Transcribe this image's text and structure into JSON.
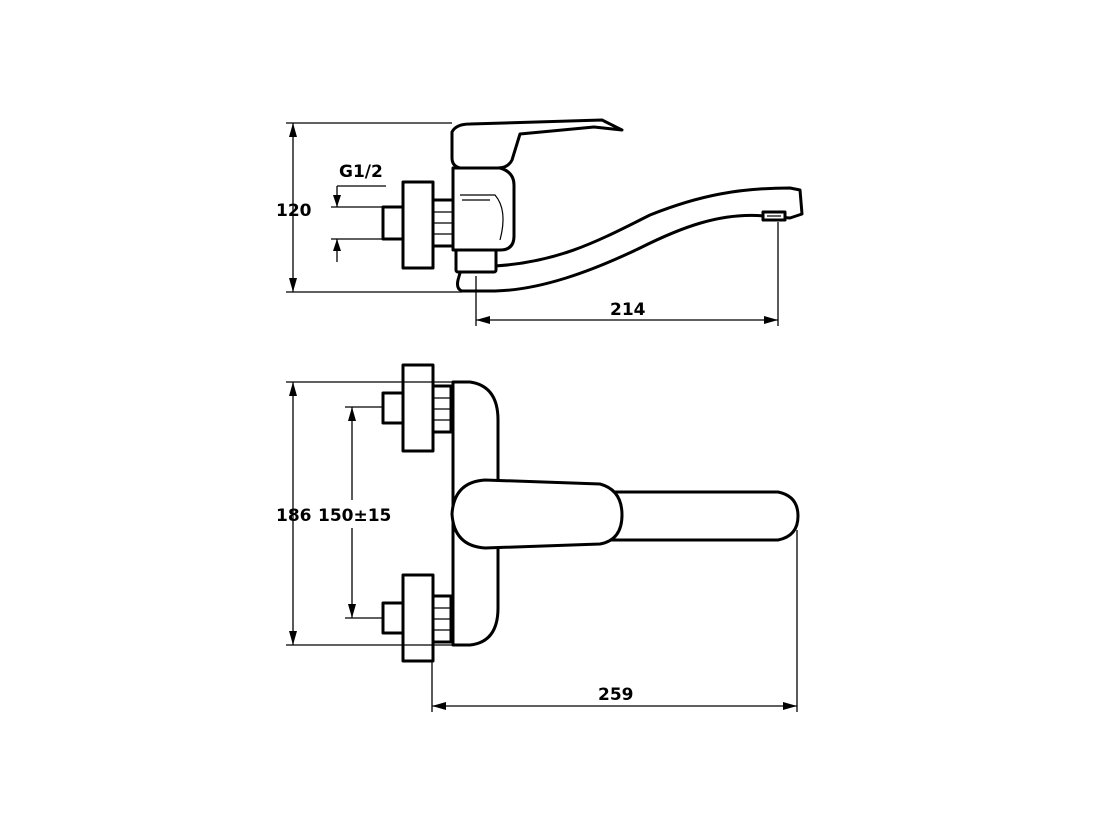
{
  "side_view": {
    "height_label": "120",
    "thread_label": "G1/2",
    "reach_label": "214"
  },
  "top_view": {
    "width_label": "186",
    "centers_label": "150±15",
    "reach_label": "259"
  },
  "colors": {
    "line": "#000000",
    "background": "#ffffff"
  }
}
